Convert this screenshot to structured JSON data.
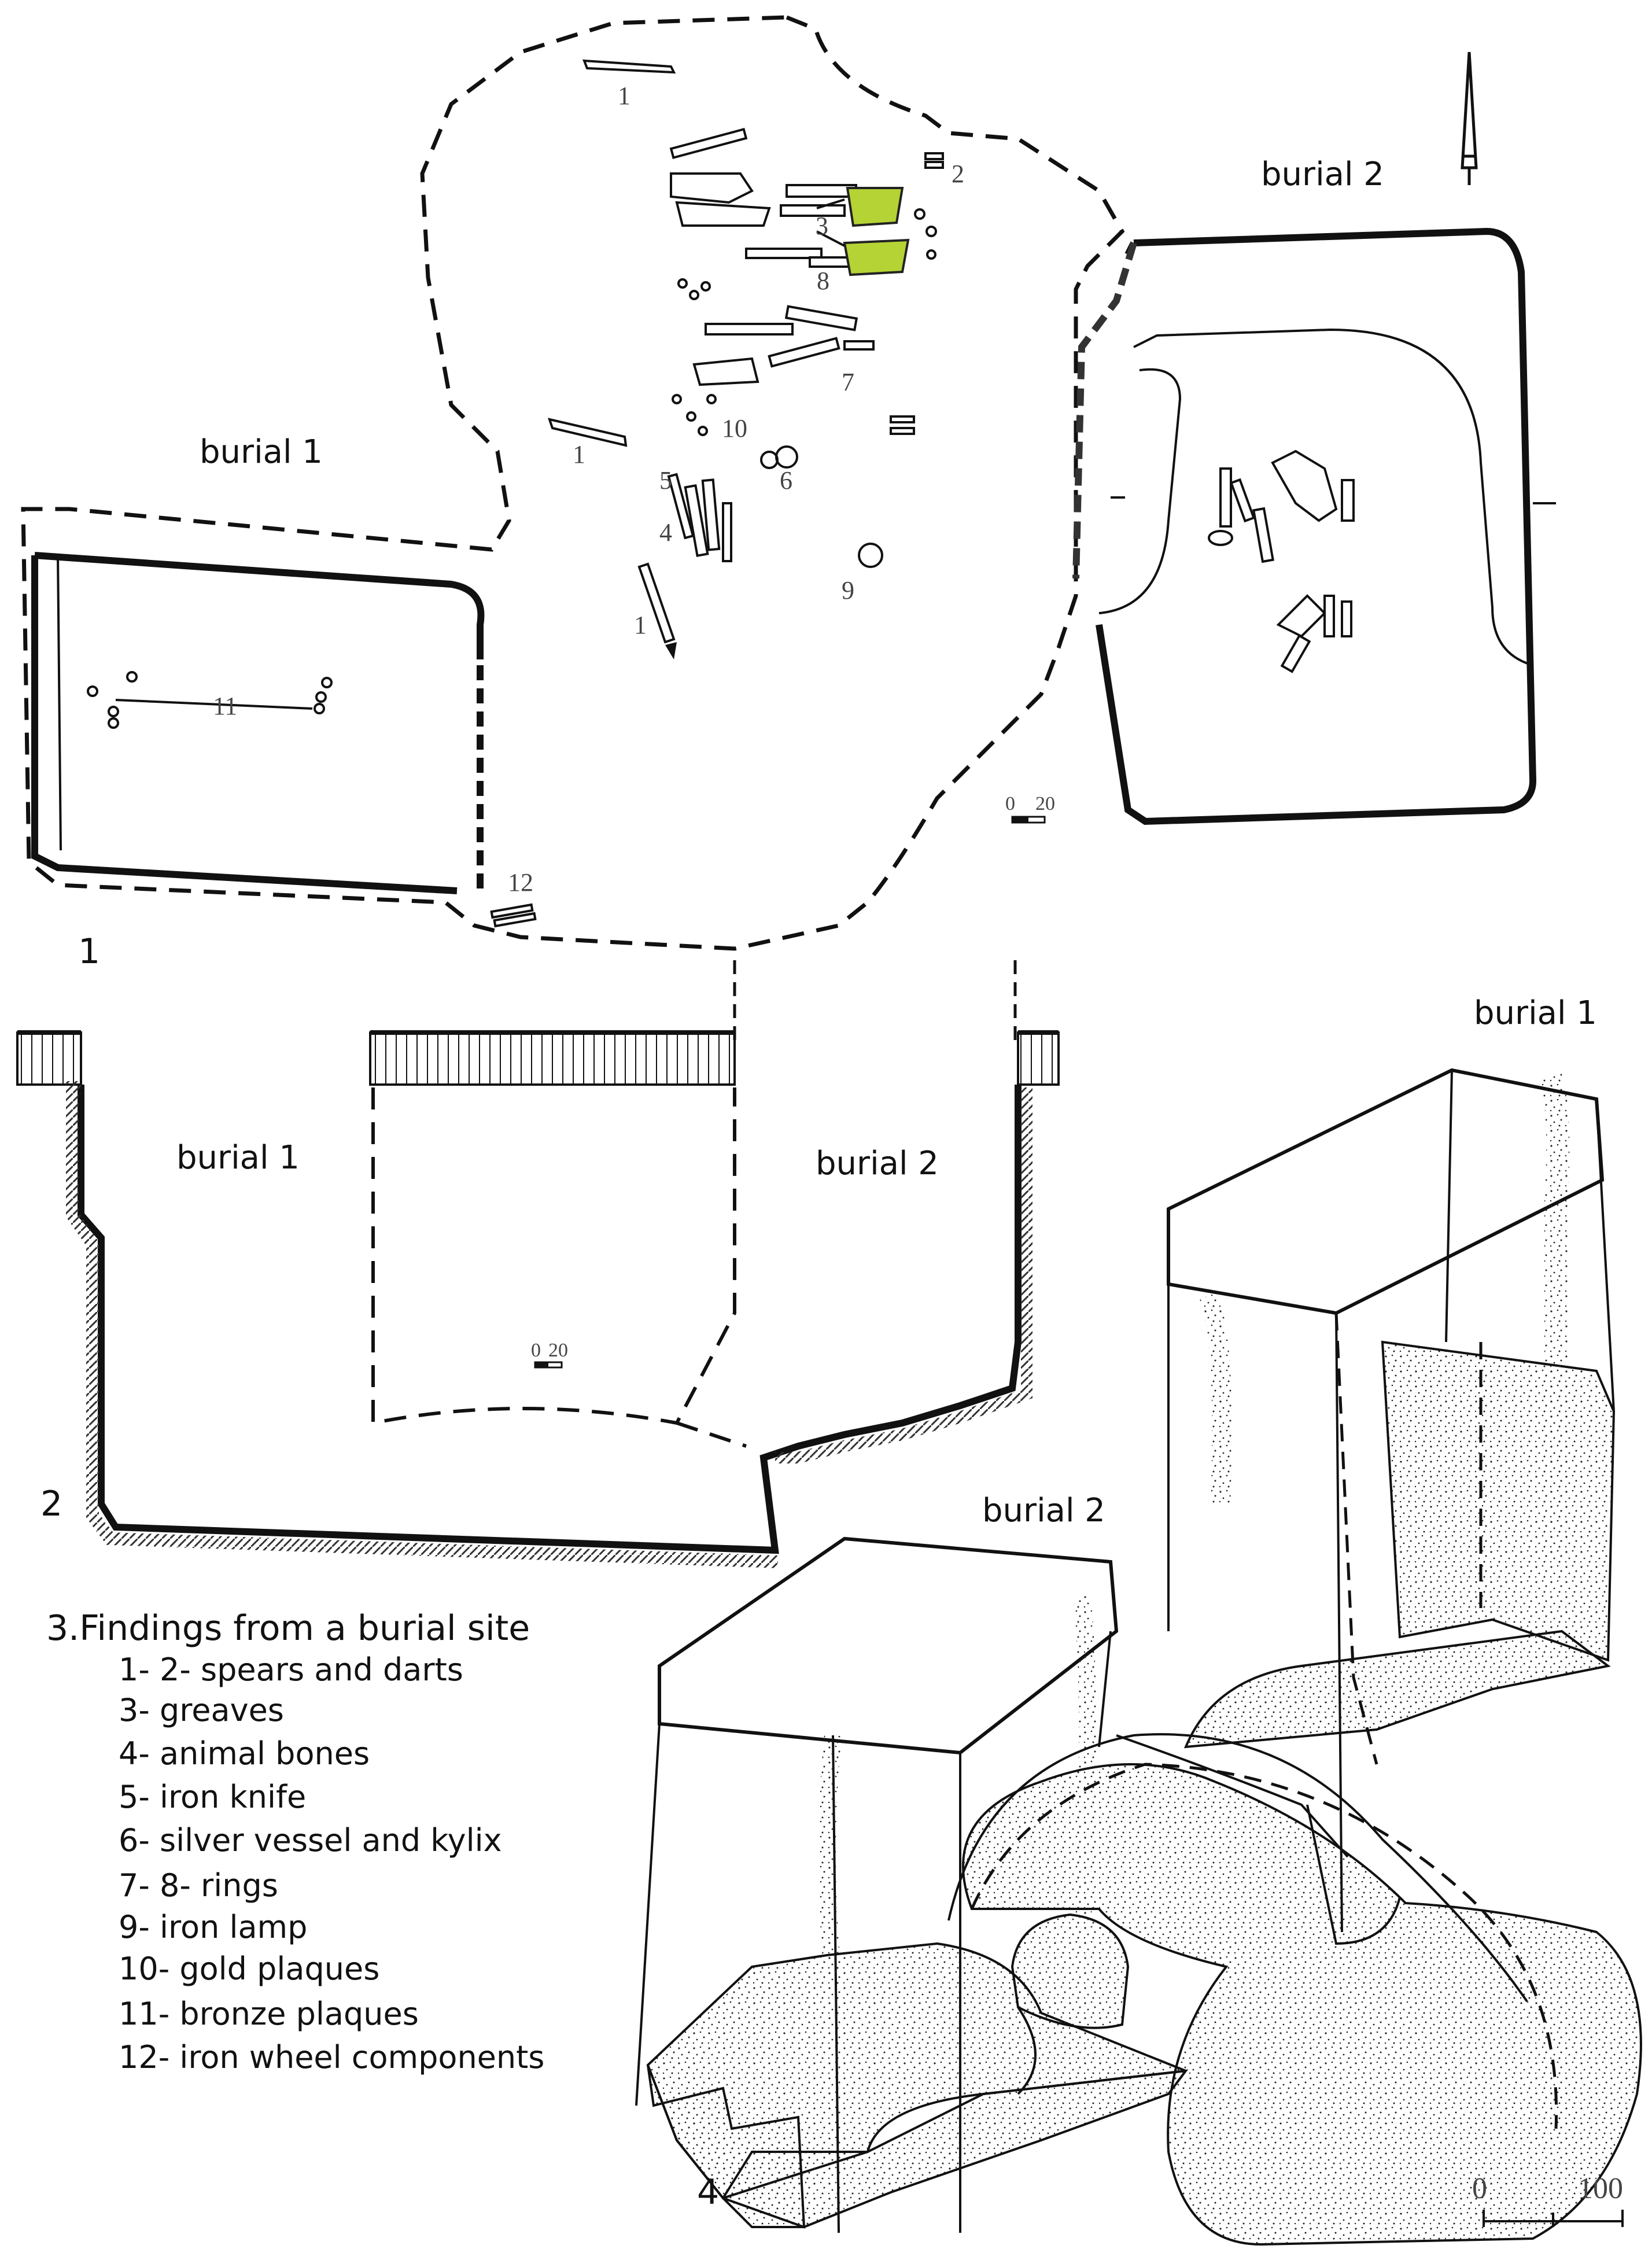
{
  "labels": {
    "plan_burial_1": "burial 1",
    "plan_burial_2": "burial 2",
    "section_burial_1": "burial 1",
    "section_burial_2": "burial 2",
    "iso_burial_1": "burial 1",
    "iso_burial_2": "burial 2"
  },
  "figure_numbers": {
    "plan": "1",
    "section": "2",
    "iso": "4"
  },
  "find_markers": {
    "m1a": "1",
    "m1b": "1",
    "m1c": "1",
    "m2": "2",
    "m3": "3",
    "m4": "4",
    "m5": "5",
    "m6": "6",
    "m7": "7",
    "m8": "8",
    "m9": "9",
    "m10": "10",
    "m11": "11",
    "m12": "12"
  },
  "scale_bars": {
    "plan": {
      "start": "0",
      "end": "20"
    },
    "section": {
      "start": "0",
      "end": "20"
    },
    "iso": {
      "start": "0",
      "end": "100"
    }
  },
  "legend": {
    "title": "3.Findings from a burial site",
    "items": [
      "1- 2- spears and darts",
      "3- greaves",
      "4- animal bones",
      "5- iron knife",
      "6- silver vessel and kylix",
      "7- 8- rings",
      "9- iron lamp",
      "10- gold plaques",
      "11- bronze plaques",
      "12- iron wheel components"
    ]
  },
  "colors": {
    "greaves": "#b5d334",
    "ink": "#111111"
  },
  "icons": {
    "north_arrow": "north-arrow-icon"
  }
}
